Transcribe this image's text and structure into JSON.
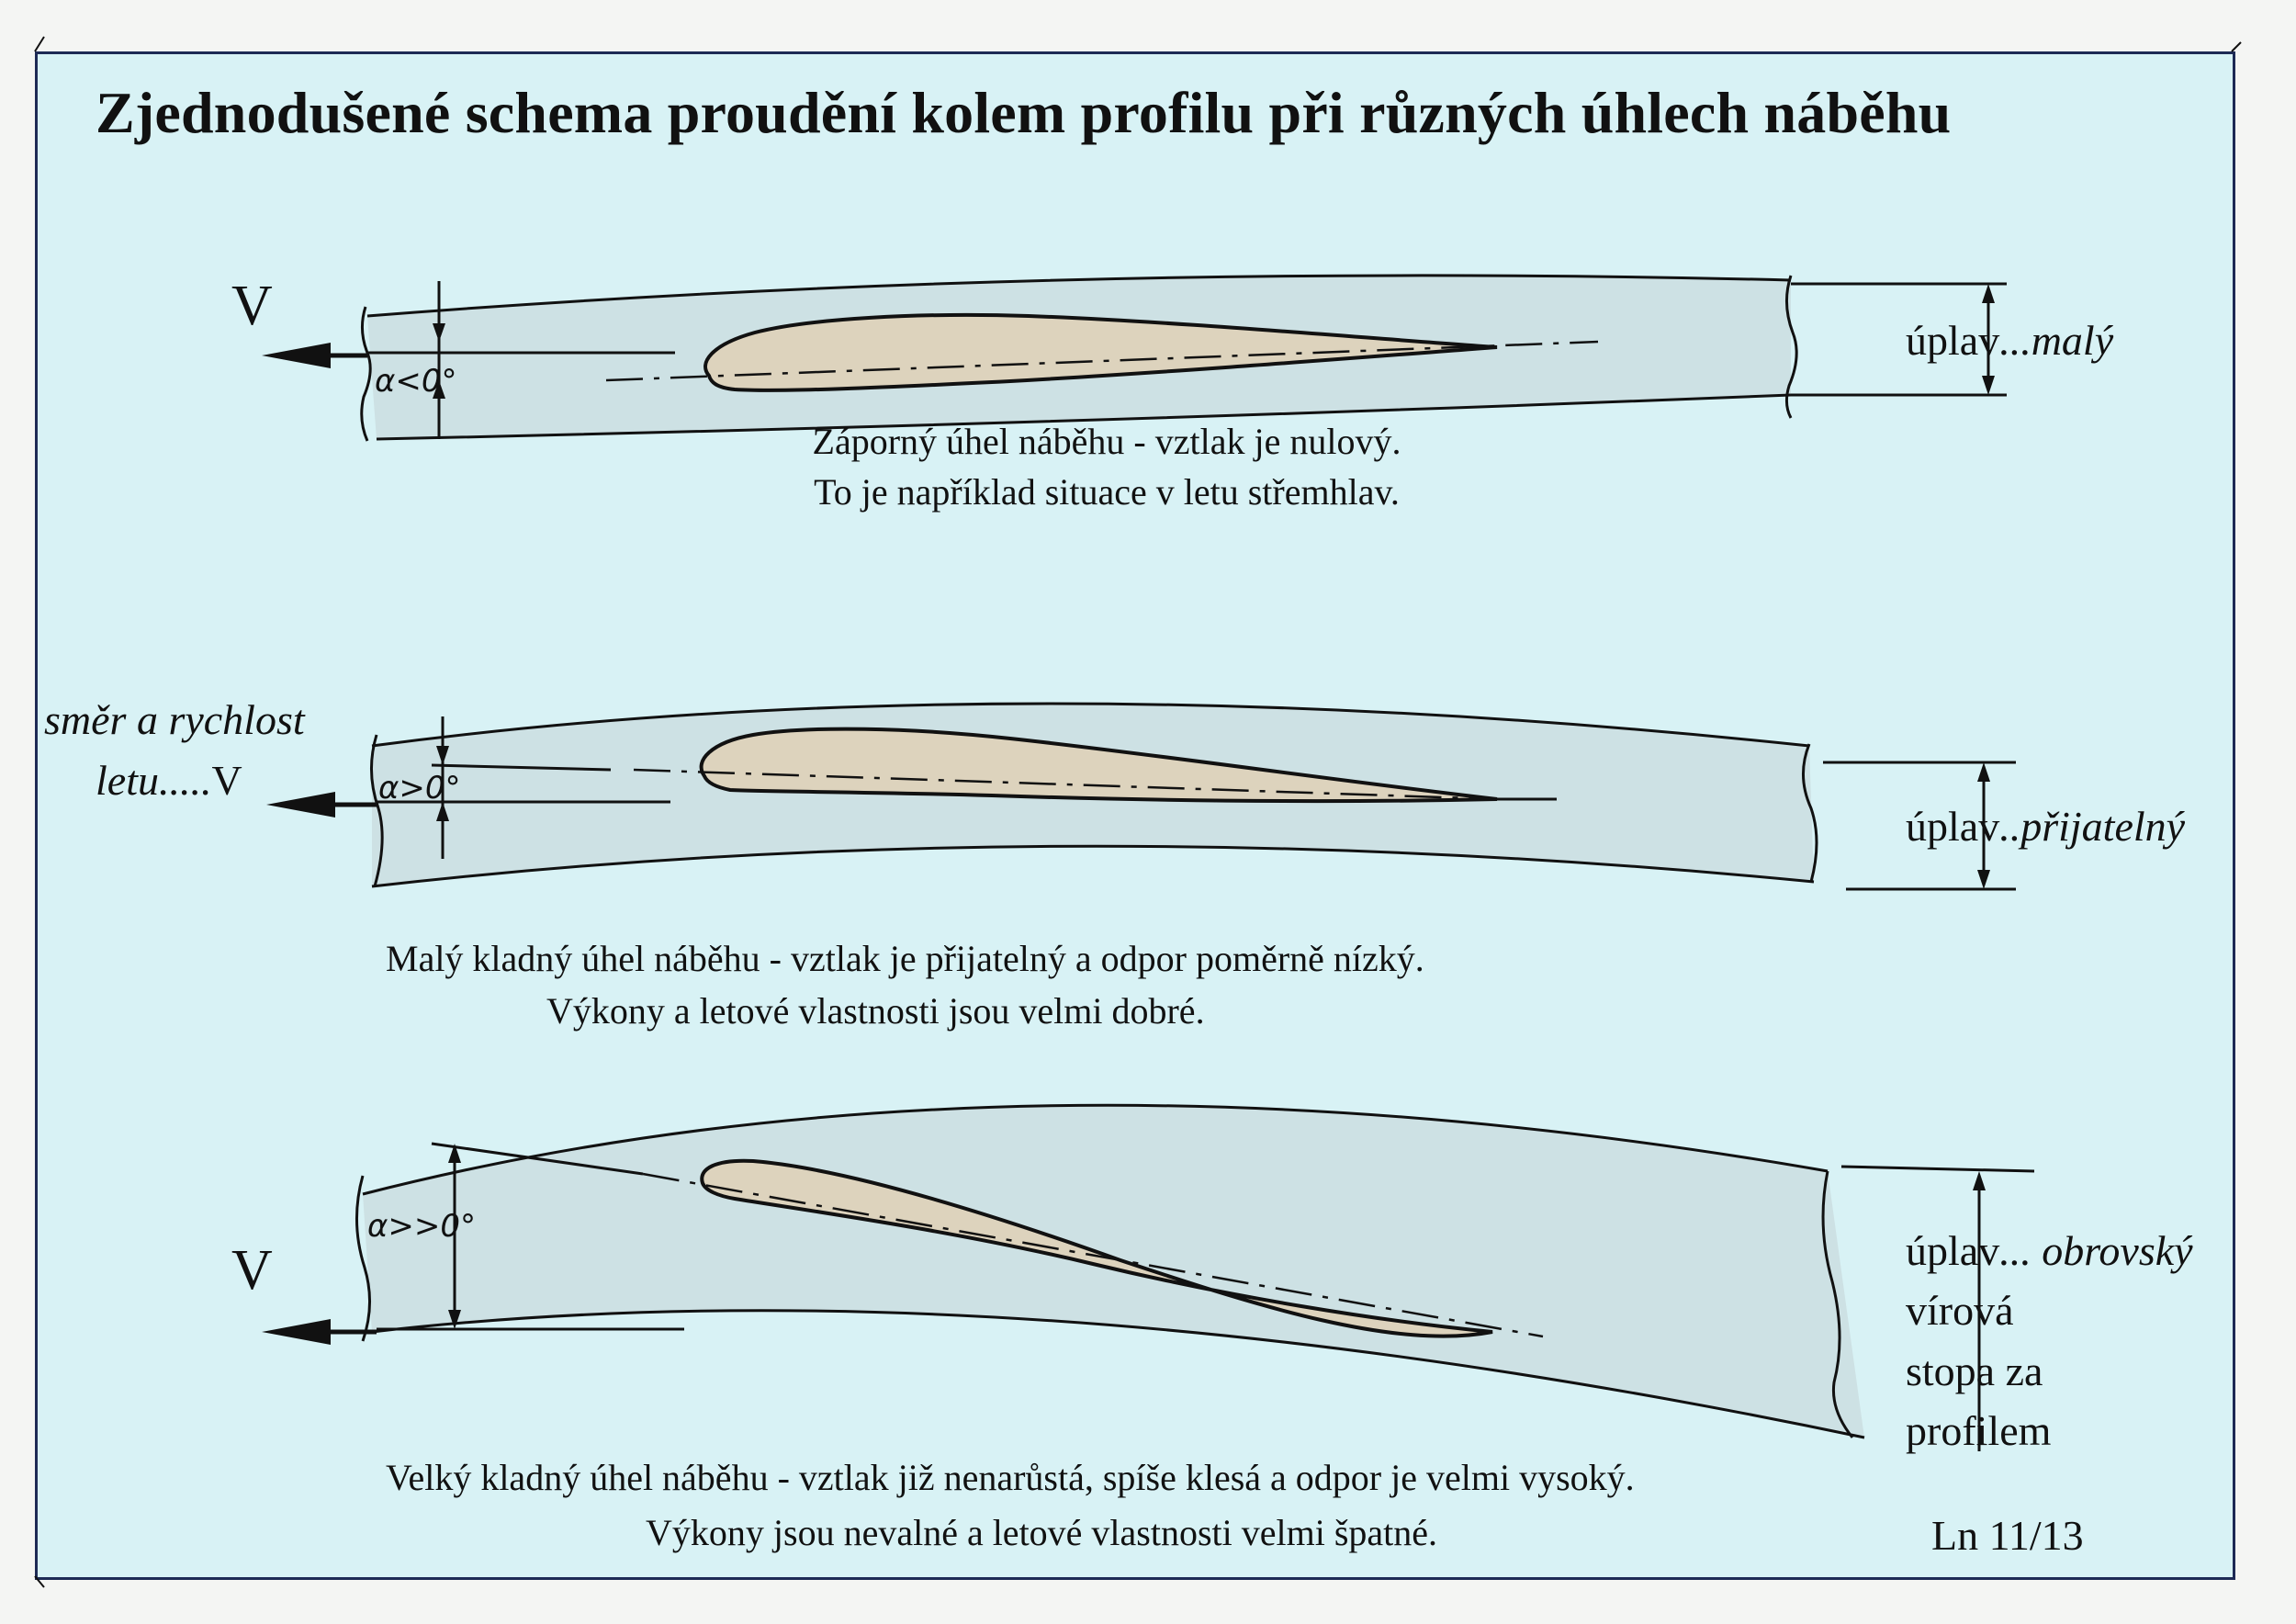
{
  "title": "Zjednodušené schema proudění kolem profilu při různých úhlech náběhu",
  "colors": {
    "panel": "#d8f2f5",
    "stream": "#cde1e4",
    "airfoil": "#ddd3bd",
    "ink": "#111111",
    "frame": "#1d2a55"
  },
  "flight_direction": {
    "line1": "směr a rychlost",
    "line2": "letu.....",
    "symbol": "V"
  },
  "cases": [
    {
      "velocity_label": "V",
      "angle_label": "α<0°",
      "wake_label": "úplav",
      "wake_value": "...malý",
      "caption_line1": "Záporný  úhel  náběhu - vztlak je nulový.",
      "caption_line2": "To je například situace v letu střemhlav."
    },
    {
      "velocity_label": "V",
      "angle_label": "α>0°",
      "wake_label": "úplav",
      "wake_value": "..přijatelný",
      "caption_line1": "Malý kladný úhel náběhu - vztlak je přijatelný a odpor poměrně nízký.",
      "caption_line2": "Výkony a letové vlastnosti jsou velmi dobré."
    },
    {
      "velocity_label": "V",
      "angle_label": "α>>0°",
      "wake_label": "úplav",
      "wake_value": "... obrovský",
      "wake_extra": [
        "vírová",
        "stopa za",
        "profilem"
      ],
      "caption_line1": "Velký kladný úhel náběhu - vztlak již nenarůstá, spíše klesá a odpor je velmi vysoký.",
      "caption_line2": "Výkony jsou nevalné a letové vlastnosti velmi špatné."
    }
  ],
  "page_number": "Ln 11/13"
}
